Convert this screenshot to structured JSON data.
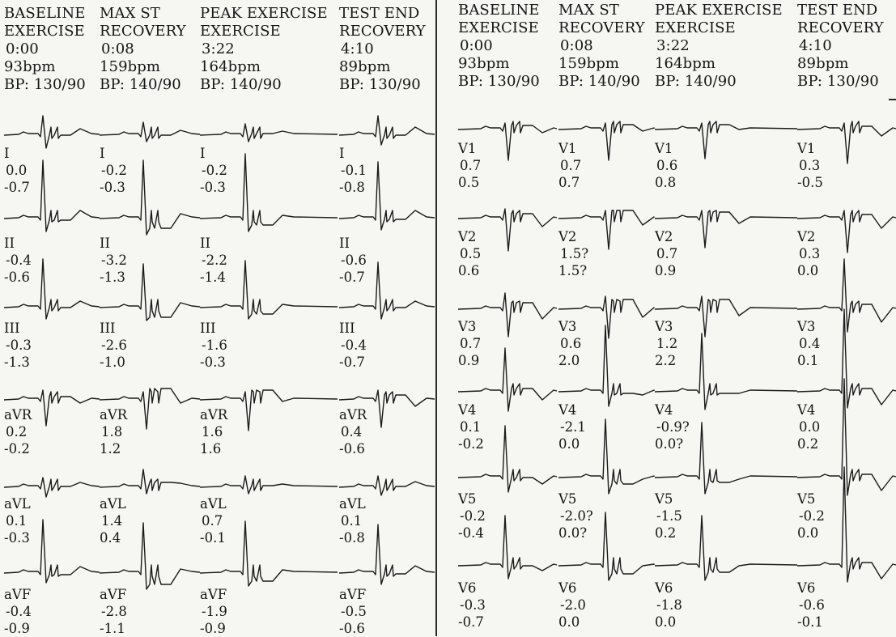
{
  "headers": {
    "left": [
      {
        "l1": "BASELINE",
        "l2": "EXERCISE",
        "time": "0:00",
        "hr": "93bpm",
        "bp": "BP: 130/90"
      },
      {
        "l1": "MAX ST",
        "l2": "RECOVERY",
        "time": "0:08",
        "hr": "159bpm",
        "bp": "BP: 140/90"
      },
      {
        "l1": "PEAK EXERCISE",
        "l2": "EXERCISE",
        "time": "3:22",
        "hr": "164bpm",
        "bp": "BP: 140/90"
      },
      {
        "l1": "TEST END",
        "l2": "RECOVERY",
        "time": "4:10",
        "hr": "89bpm",
        "bp": "BP: 130/90"
      }
    ],
    "right": [
      {
        "l1": "BASELINE",
        "l2": "EXERCISE",
        "time": "0:00",
        "hr": "93bpm",
        "bp": "BP: 130/90"
      },
      {
        "l1": "MAX ST",
        "l2": "RECOVERY",
        "time": "0:08",
        "hr": "159bpm",
        "bp": "BP: 140/90"
      },
      {
        "l1": "PEAK EXERCISE",
        "l2": "EXERCISE",
        "time": "3:22",
        "hr": "164bpm",
        "bp": "BP: 140/90"
      },
      {
        "l1": "TEST END",
        "l2": "RECOVERY",
        "time": "4:10",
        "hr": "89bpm",
        "bp": "BP: 130/90"
      }
    ]
  },
  "leads_left": [
    {
      "name": "I",
      "vals": [
        [
          "0.0",
          "-0.7"
        ],
        [
          "-0.2",
          "-0.3"
        ],
        [
          "-0.2",
          "-0.3"
        ],
        [
          "-0.1",
          "-0.8"
        ]
      ]
    },
    {
      "name": "II",
      "vals": [
        [
          "-0.4",
          "-0.6"
        ],
        [
          "-3.2",
          "-1.3"
        ],
        [
          "-2.2",
          "-1.4"
        ],
        [
          "-0.6",
          "-0.7"
        ]
      ]
    },
    {
      "name": "III",
      "vals": [
        [
          "-0.3",
          "-1.3"
        ],
        [
          "-2.6",
          "-1.0"
        ],
        [
          "-1.6",
          "-0.3"
        ],
        [
          "-0.4",
          "-0.7"
        ]
      ]
    },
    {
      "name": "aVR",
      "vals": [
        [
          "0.2",
          "-0.2"
        ],
        [
          "1.8",
          "1.2"
        ],
        [
          "1.6",
          "1.6"
        ],
        [
          "0.4",
          "-0.6"
        ]
      ]
    },
    {
      "name": "aVL",
      "vals": [
        [
          "0.1",
          "-0.3"
        ],
        [
          "1.4",
          "0.4"
        ],
        [
          "0.7",
          "-0.1"
        ],
        [
          "0.1",
          "-0.8"
        ]
      ]
    },
    {
      "name": "aVF",
      "vals": [
        [
          "-0.4",
          "-0.9"
        ],
        [
          "-2.8",
          "-1.1"
        ],
        [
          "-1.9",
          "-0.9"
        ],
        [
          "-0.5",
          "-0.6"
        ]
      ]
    }
  ],
  "leads_right": [
    {
      "name": "V1",
      "vals": [
        [
          "0.7",
          "0.5"
        ],
        [
          "0.7",
          "0.7"
        ],
        [
          "0.6",
          "0.8"
        ],
        [
          "0.3",
          "-0.5"
        ]
      ]
    },
    {
      "name": "V2",
      "vals": [
        [
          "0.5",
          "0.6"
        ],
        [
          "1.5?",
          "1.5?"
        ],
        [
          "0.7",
          "0.9"
        ],
        [
          "0.3",
          "0.0"
        ]
      ]
    },
    {
      "name": "V3",
      "vals": [
        [
          "0.7",
          "0.9"
        ],
        [
          "0.6",
          "2.0"
        ],
        [
          "1.2",
          "2.2"
        ],
        [
          "0.4",
          "0.1"
        ]
      ]
    },
    {
      "name": "V4",
      "vals": [
        [
          "0.1",
          "-0.2"
        ],
        [
          "-2.1",
          "0.0"
        ],
        [
          "-0.9?",
          "0.0?"
        ],
        [
          "0.0",
          "0.2"
        ]
      ]
    },
    {
      "name": "V5",
      "vals": [
        [
          "-0.2",
          "-0.4"
        ],
        [
          "-2.0?",
          "0.0?"
        ],
        [
          "-1.5",
          "0.2"
        ],
        [
          "-0.2",
          "0.0"
        ]
      ]
    },
    {
      "name": "V6",
      "vals": [
        [
          "-0.3",
          "-0.7"
        ],
        [
          "-2.0",
          "0.0"
        ],
        [
          "-1.8",
          "0.0"
        ],
        [
          "-0.6",
          "-0.1"
        ]
      ]
    }
  ]
}
